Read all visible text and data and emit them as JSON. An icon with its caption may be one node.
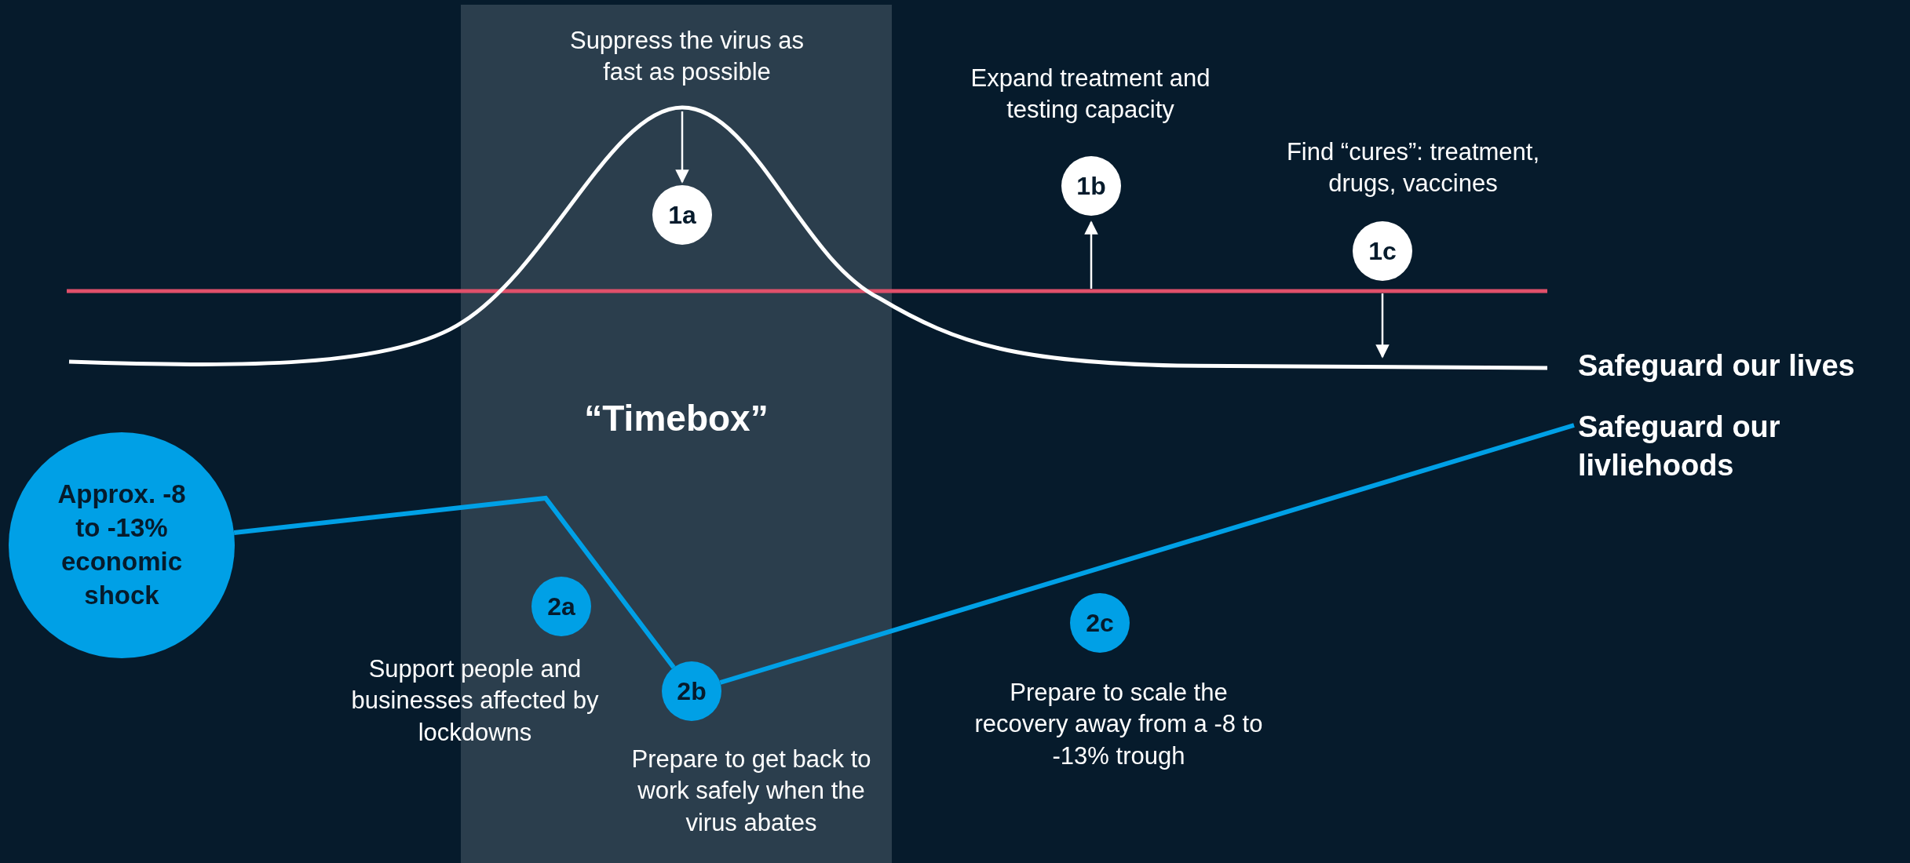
{
  "diagram": {
    "nodes": [
      {
        "text": [
          "“Timebox”"
        ]
      },
      {
        "text": [
          "1a"
        ],
        "in": 0
      },
      {
        "text": [
          "1b"
        ],
        "beside": [
          "Expand treatment and testing capacity"
        ]
      },
      {
        "text": [
          "1c"
        ],
        "beside": [
          "Find “cures”: treatment, drugs, vaccines"
        ]
      },
      {
        "text": [
          "Approx. -8 to -13% economic shock"
        ]
      },
      {
        "text": [
          "2a"
        ],
        "in": 0,
        "beside": [
          "Support people and businesses affected by lockdowns"
        ]
      },
      {
        "text": [
          "2b"
        ],
        "in": 0,
        "beside": [
          "Prepare to get back to work safely when the virus abates"
        ]
      },
      {
        "text": [
          "2c"
        ],
        "beside": [
          "Prepare to scale the recovery away from a -8 to -13% trough"
        ]
      },
      {
        "text": [
          "Safeguard our livliehoods"
        ]
      }
    ],
    "edges": [
      {
        "from": 4,
        "to": 6,
        "arrow": "none"
      },
      {
        "from": 6,
        "to": 8,
        "arrow": "none"
      }
    ],
    "labels": [
      "Suppress the virus as fast as possible",
      "Safeguard our lives"
    ]
  }
}
